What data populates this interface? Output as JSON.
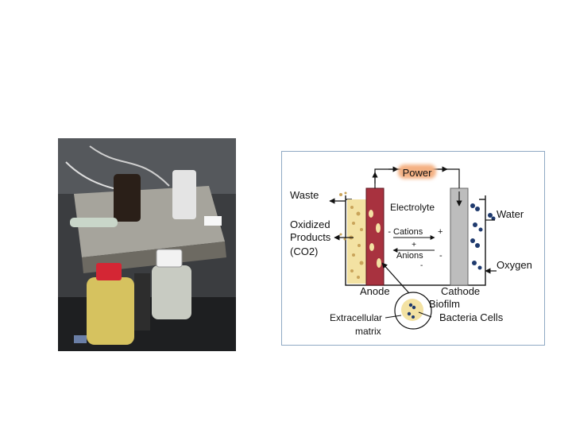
{
  "slide": {
    "photo_alt": "Microbial fuel cell laboratory setup photo",
    "diagram": {
      "power": "Power",
      "waste": "Waste",
      "oxidized_products_line1": "Oxidized",
      "oxidized_products_line2": "Products",
      "oxidized_products_line3": "(CO2)",
      "electrolyte": "Electrolyte",
      "cations": "Cations",
      "anions": "Anions",
      "water": "Water",
      "oxygen": "Oxygen",
      "anode": "Anode",
      "cathode": "Cathode",
      "biofilm": "Biofilm",
      "bacteria_cells": "Bacteria Cells",
      "extracellular_line1": "Extracellular",
      "extracellular_line2": "matrix",
      "plus_sign": "+",
      "minus_sign": "-"
    },
    "colors": {
      "anode": "#a8323f",
      "cathode": "#bdbdbd",
      "biofilm": "#f3e2a3",
      "bacteria": "#1f3a6e",
      "power_glow": "#f4b183",
      "frame": "#8fa9c4"
    }
  }
}
